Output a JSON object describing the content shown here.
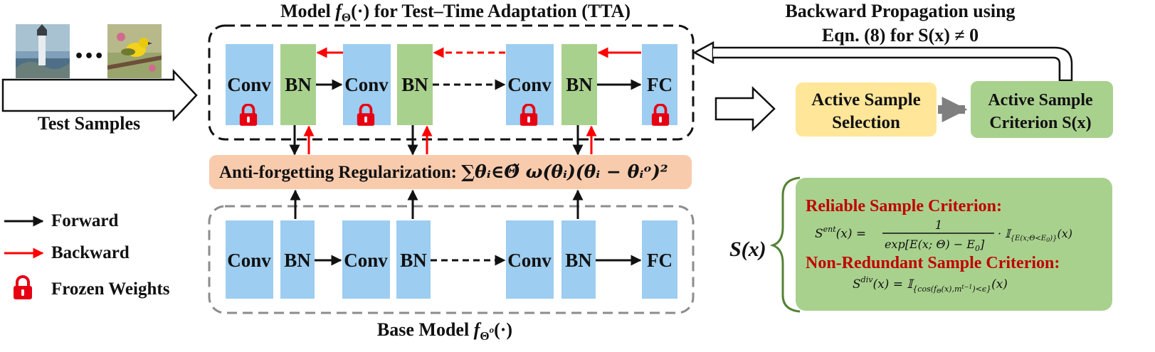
{
  "model": {
    "title_prefix": "Model ",
    "title_f": "f",
    "title_theta": "Θ",
    "title_suffix": "(·) for Test–Time Adaptation (TTA)",
    "blocks": [
      "Conv",
      "BN",
      "Conv",
      "BN",
      "Conv",
      "BN",
      "FC"
    ]
  },
  "base_model": {
    "title_prefix": "Base Model ",
    "title_f": "f",
    "title_theta": "Θ",
    "title_sup": "o",
    "title_suffix": "(·)",
    "blocks": [
      "Conv",
      "BN",
      "Conv",
      "BN",
      "Conv",
      "BN",
      "FC"
    ]
  },
  "input": {
    "ellipsis": "•••",
    "label": "Test Samples",
    "thumbnails": [
      "lighthouse-image",
      "bird-image"
    ]
  },
  "regularization": {
    "label": "Anti-forgetting Regularization: ",
    "formula": "∑θᵢ∈Θ̃ ω(θᵢ)(θᵢ − θᵢᵒ)²"
  },
  "backprop": {
    "line1": "Backward Propagation using",
    "line2": "Eqn. (8) for S(x) ≠ 0"
  },
  "selection": {
    "line1": "Active Sample",
    "line2": "Selection"
  },
  "criterion": {
    "line1": "Active Sample",
    "line2": "Criterion S(x)"
  },
  "legend": {
    "forward": "Forward",
    "backward": "Backward",
    "frozen": "Frozen Weights"
  },
  "criteria_panel": {
    "sx_label": "S(x)",
    "reliable_title": "Reliable Sample Criterion:",
    "reliable_lhs": "S",
    "reliable_sup": "ent",
    "reliable_lhs_rest": "(x) =",
    "reliable_num": "1",
    "reliable_den": "exp[E(x; Θ) − E",
    "reliable_den_sub": "0",
    "reliable_den_end": "]",
    "reliable_ind": "· 𝕀",
    "reliable_ind_sub": "{E(x;Θ<E",
    "reliable_ind_sub2": "0",
    "reliable_ind_sub3": ")}",
    "reliable_tail": "(x)",
    "nonredundant_title": "Non-Redundant Sample Criterion:",
    "nonredundant_lhs": "S",
    "nonredundant_sup": "div",
    "nonredundant_rest": "(x) = 𝕀",
    "nonredundant_sub": "{cos(f",
    "nonredundant_sub_theta": "Θ",
    "nonredundant_sub_rest": "(x),m",
    "nonredundant_sub_sup": "t−1",
    "nonredundant_sub_end": ")<ϵ}",
    "nonredundant_tail": "(x)"
  },
  "colors": {
    "conv": "#9dcdf0",
    "bn": "#a9d18e",
    "reg": "#f8cbad",
    "selection": "#ffe699",
    "criterion": "#a9d18e",
    "criteria_panel": "#a9d18e",
    "backward_arrow": "#ff0000",
    "lock": "#e60012",
    "criteria_title": "#c00000"
  }
}
